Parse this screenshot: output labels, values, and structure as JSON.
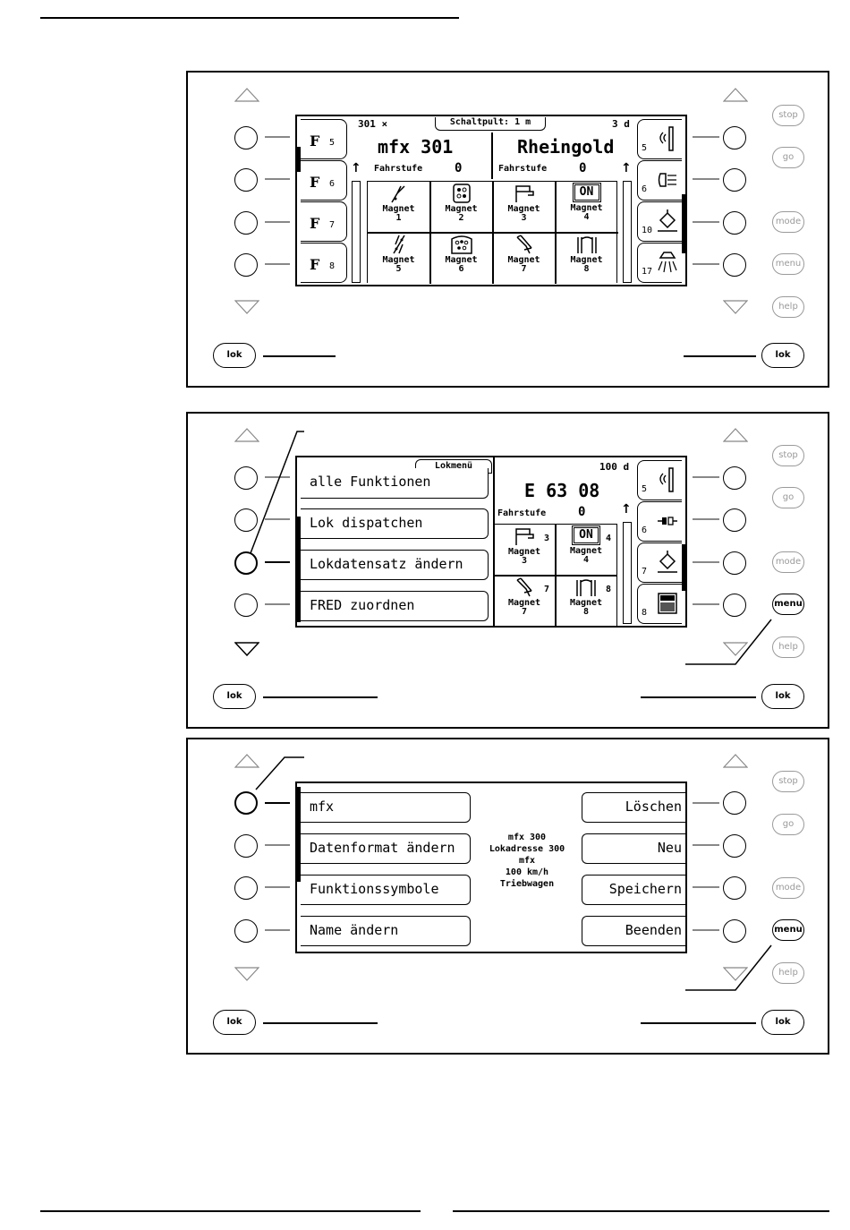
{
  "panel1": {
    "loco_count": "301 ×",
    "view_tab": "Schaltpult: 1 m",
    "days": "3 d",
    "loco_name": "mfx 301",
    "train_name": "Rheingold",
    "speed_label_left": "Fahrstufe",
    "speed_value_left": "0",
    "speed_label_right": "Fahrstufe",
    "speed_value_right": "0",
    "fkeys": [
      {
        "letter": "F",
        "num": "5"
      },
      {
        "letter": "F",
        "num": "6"
      },
      {
        "letter": "F",
        "num": "7"
      },
      {
        "letter": "F",
        "num": "8"
      }
    ],
    "rkeys": [
      {
        "num": "5",
        "icon": "horn-icon"
      },
      {
        "num": "6",
        "icon": "headlight-icon"
      },
      {
        "num": "10",
        "icon": "pantograph-icon"
      },
      {
        "num": "17",
        "icon": "lamp-icon"
      }
    ],
    "magnets": [
      {
        "label": "Magnet",
        "num": "1",
        "icon": "turnout-icon"
      },
      {
        "label": "Magnet",
        "num": "2",
        "icon": "panel-lights-icon"
      },
      {
        "label": "Magnet",
        "num": "3",
        "icon": "crane-icon"
      },
      {
        "label": "Magnet",
        "num": "4",
        "icon": "on-switch-icon",
        "badge": "ON"
      },
      {
        "label": "Magnet",
        "num": "5",
        "icon": "double-slip-icon"
      },
      {
        "label": "Magnet",
        "num": "6",
        "icon": "lights-icon"
      },
      {
        "label": "Magnet",
        "num": "7",
        "icon": "uncoupler-icon"
      },
      {
        "label": "Magnet",
        "num": "8",
        "icon": "gate-icon"
      }
    ],
    "lok_left": "lok",
    "lok_right": "lok",
    "side_buttons": [
      "stop",
      "go",
      "mode",
      "menu",
      "help"
    ]
  },
  "panel2": {
    "menu_tab": "Lokmenü",
    "menu_items": [
      "alle Funktionen",
      "Lok dispatchen",
      "Lokdatensatz ändern",
      "FRED zuordnen"
    ],
    "days": "100 d",
    "loco_name": "E 63 08",
    "speed_label": "Fahrstufe",
    "speed_value": "0",
    "rkeys": [
      {
        "num": "5",
        "icon": "horn-icon"
      },
      {
        "num": "6",
        "icon": "coupler-icon"
      },
      {
        "num": "7",
        "icon": "pantograph-icon"
      },
      {
        "num": "8",
        "icon": "cab-icon"
      }
    ],
    "magnets": [
      {
        "label": "Magnet",
        "num": "3",
        "side": "3",
        "icon": "crane-icon"
      },
      {
        "label": "Magnet",
        "num": "4",
        "side": "4",
        "icon": "on-switch-icon",
        "badge": "ON"
      },
      {
        "label": "Magnet",
        "num": "7",
        "side": "7",
        "icon": "uncoupler-icon"
      },
      {
        "label": "Magnet",
        "num": "8",
        "side": "8",
        "icon": "gate-icon"
      }
    ],
    "lok_left": "lok",
    "lok_right": "lok",
    "side_buttons": [
      "stop",
      "go",
      "mode",
      "menu",
      "help"
    ]
  },
  "panel3": {
    "left_items": [
      "mfx",
      "Datenformat ändern",
      "Funktionssymbole",
      "Name ändern"
    ],
    "right_items": [
      "Löschen",
      "Neu",
      "Speichern",
      "Beenden"
    ],
    "info": [
      "mfx 300",
      "Lokadresse 300",
      "mfx",
      "100 km/h",
      "Triebwagen"
    ],
    "lok_left": "lok",
    "lok_right": "lok",
    "side_buttons": [
      "stop",
      "go",
      "mode",
      "menu",
      "help"
    ]
  }
}
